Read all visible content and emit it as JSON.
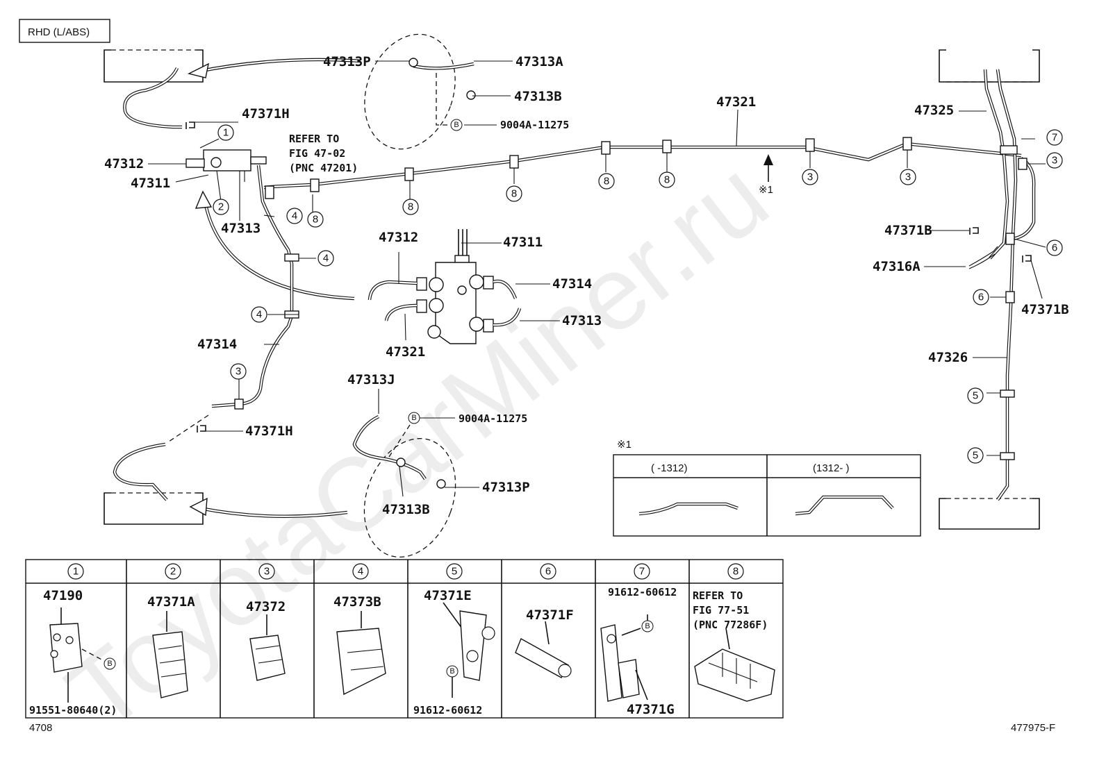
{
  "header": {
    "variant_tag": "RHD (L/ABS)"
  },
  "labels": {
    "p47313P_top": "47313P",
    "p47313A": "47313A",
    "p47313B_top": "47313B",
    "b_top": "9004A-11275",
    "p47371H_top": "47371H",
    "refer_fig1": "REFER TO",
    "refer_fig2": "FIG 47-02",
    "refer_fig3": "(PNC 47201)",
    "p47312_left": "47312",
    "p47311_left": "47311",
    "p47313_left": "47313",
    "p47321_top": "47321",
    "p47325": "47325",
    "p47371B_a": "47371B",
    "p47316A": "47316A",
    "p47371B_b": "47371B",
    "p47326": "47326",
    "p47312_det": "47312",
    "p47311_det": "47311",
    "p47314_det": "47314",
    "p47313_det": "47313",
    "p47321_det": "47321",
    "p47314_left": "47314",
    "p47371H_bot": "47371H",
    "p47313J": "47313J",
    "b_bot": "9004A-11275",
    "p47313P_bot": "47313P",
    "p47313B_bot": "47313B",
    "note_mark": "※1",
    "arrow_note": "※1"
  },
  "callout_b": "B",
  "inset": {
    "col_left": "(      -1312)",
    "col_right": "(1312-      )"
  },
  "parts_table": {
    "columns": [
      {
        "num": "1",
        "parts": [
          "47190",
          "91551-80640(2)"
        ]
      },
      {
        "num": "2",
        "parts": [
          "47371A"
        ]
      },
      {
        "num": "3",
        "parts": [
          "47372"
        ]
      },
      {
        "num": "4",
        "parts": [
          "47373B"
        ]
      },
      {
        "num": "5",
        "parts": [
          "47371E",
          "91612-60612"
        ]
      },
      {
        "num": "6",
        "parts": [
          "47371F"
        ]
      },
      {
        "num": "7",
        "parts": [
          "91612-60612",
          "47371G"
        ]
      },
      {
        "num": "8",
        "parts": [
          "REFER TO",
          "FIG 77-51",
          "(PNC 77286F)"
        ]
      }
    ]
  },
  "footer": {
    "left_code": "4708",
    "right_code": "477975-F"
  },
  "watermark": "ToyotaCarMiner.ru"
}
